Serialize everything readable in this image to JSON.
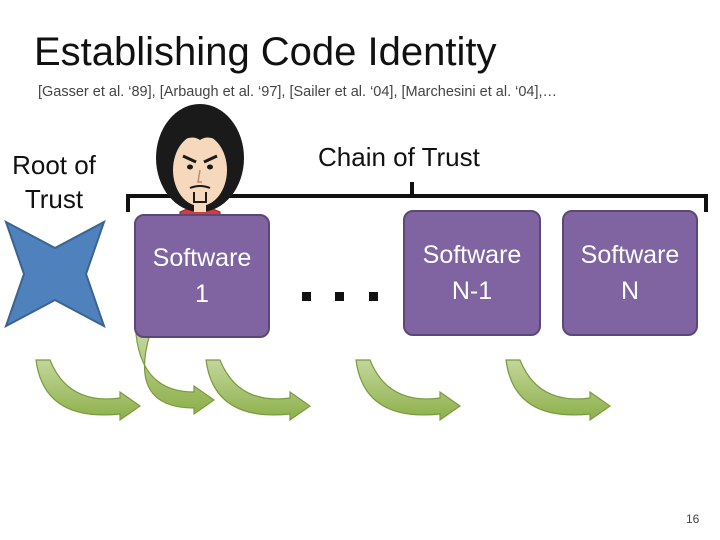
{
  "title": "Establishing Code Identity",
  "references": "[Gasser et al. ‘89], [Arbaugh et al. ‘97], [Sailer et al. ‘04], [Marchesini et al. ‘04],…",
  "root_label_line1": "Root of",
  "root_label_line2": "Trust",
  "chain_label": "Chain of Trust",
  "boxes": [
    {
      "line1": "Software",
      "line2": "1"
    },
    {
      "line1": "Software",
      "line2": "N-1"
    },
    {
      "line1": "Software",
      "line2": "N"
    }
  ],
  "ellipsis": "…",
  "page_number": "16",
  "colors": {
    "box_fill": "#8064a2",
    "root_star": "#4f81bd",
    "arrow_fill": "#9bbb59"
  }
}
